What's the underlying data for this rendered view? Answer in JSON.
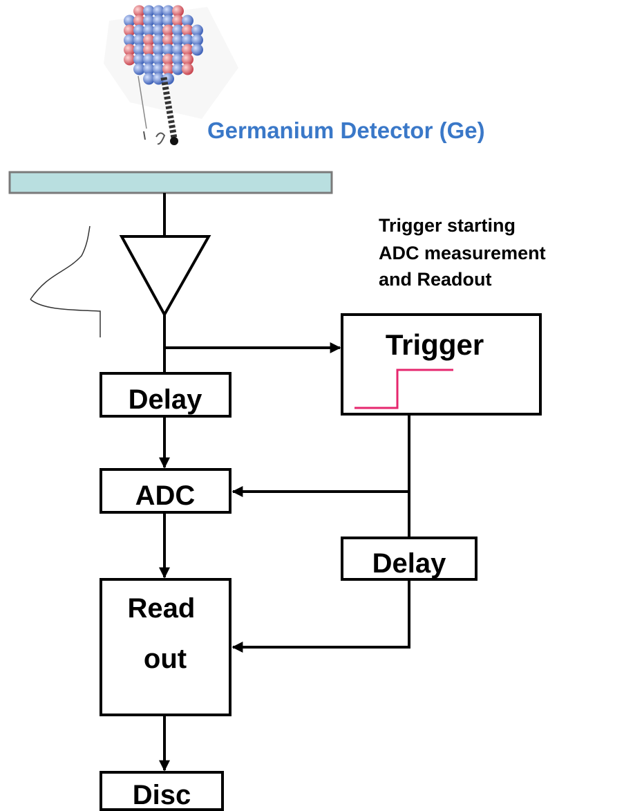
{
  "detector": {
    "label": "Germanium Detector (Ge)",
    "bar_color": "#b9dfe0",
    "bar_border": "#7a7a7a",
    "label_color": "#3a78c8"
  },
  "trigger_note": {
    "lines": [
      "Trigger starting",
      "ADC measurement",
      "and Readout"
    ]
  },
  "blocks": {
    "delay_main": "Delay",
    "adc": "ADC",
    "readout_line1": "Read",
    "readout_line2": "out",
    "disc": "Disc",
    "trigger": "Trigger",
    "delay_trigger": "Delay"
  },
  "signal": {
    "step_color": "#e6276e"
  },
  "nucleus_icon": "atomic-nucleus-icon",
  "particle_icon": "beta-particle-track-icon"
}
